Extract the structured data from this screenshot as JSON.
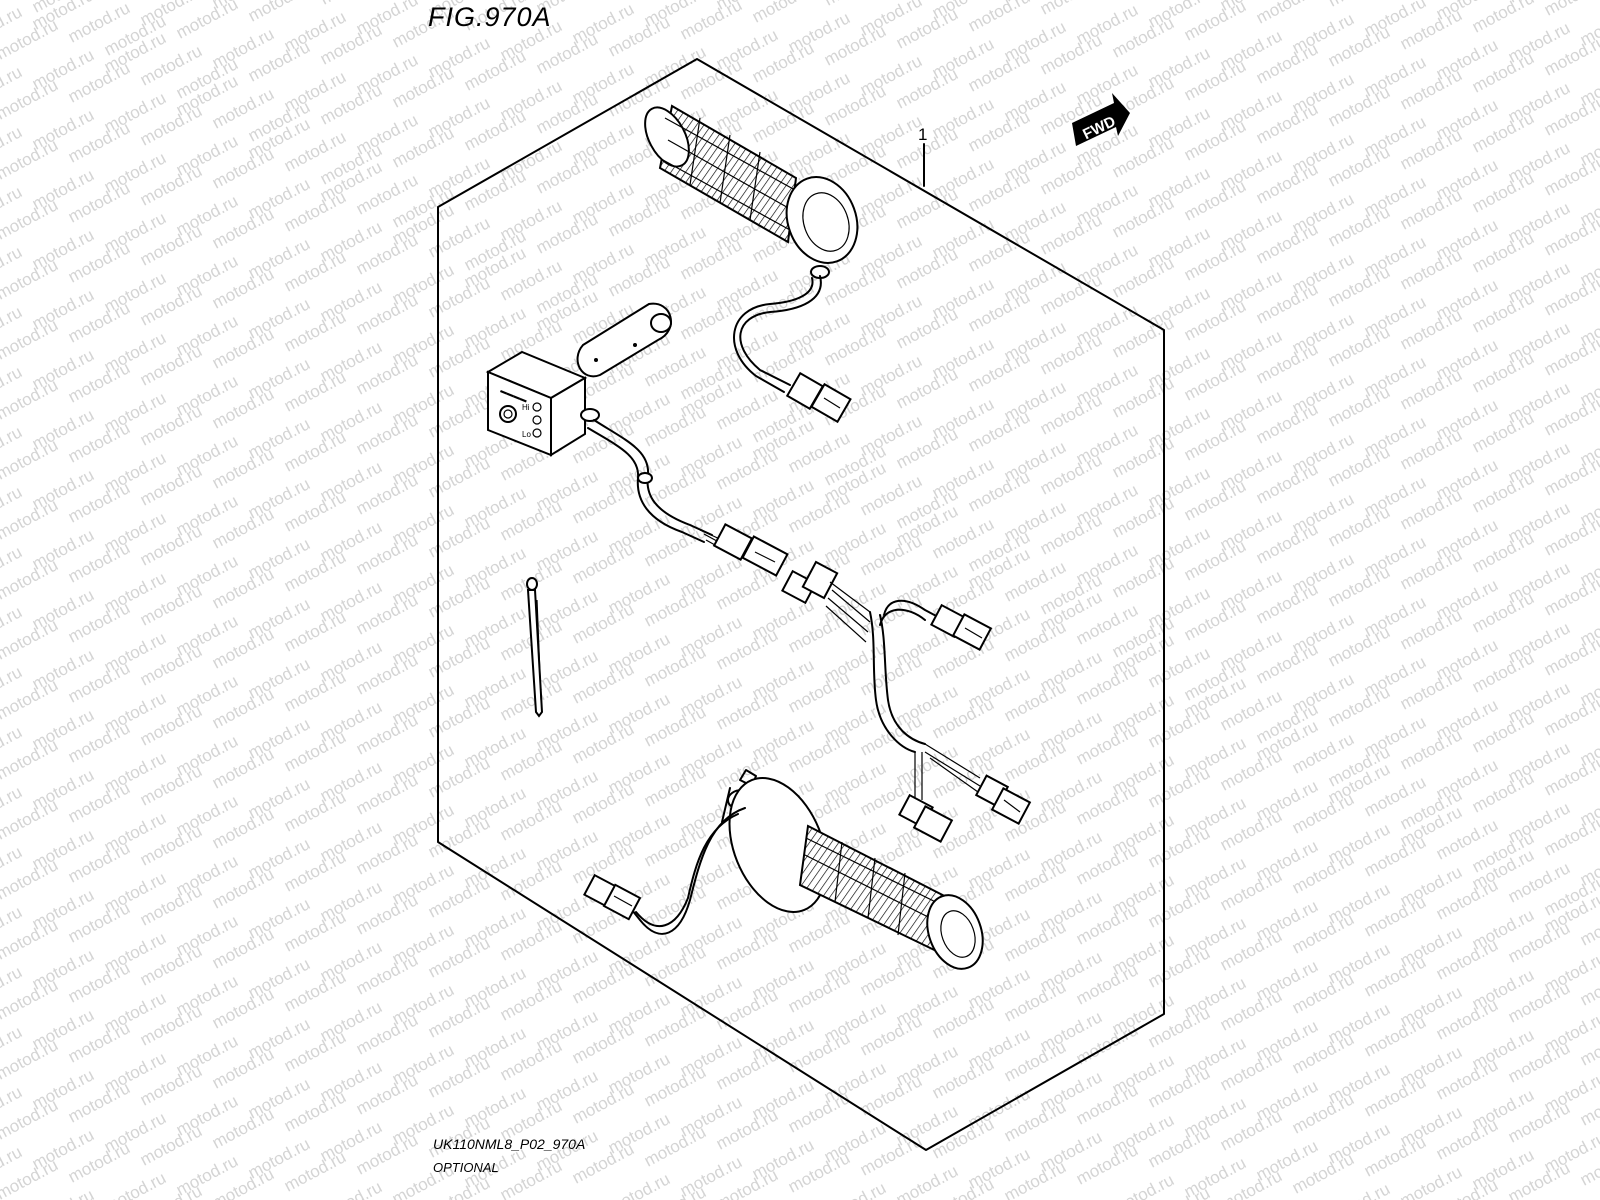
{
  "figure": {
    "title": "FIG.970A",
    "code": "UK110NML8_P02_970A",
    "subtitle": "OPTIONAL"
  },
  "callouts": [
    {
      "number": "1"
    }
  ],
  "direction_badge": {
    "label": "FWD"
  },
  "watermark": {
    "text": "motod.ru",
    "color": "#d4d4d4"
  },
  "switch_unit": {
    "labels": [
      "Hi",
      "Lo"
    ]
  }
}
